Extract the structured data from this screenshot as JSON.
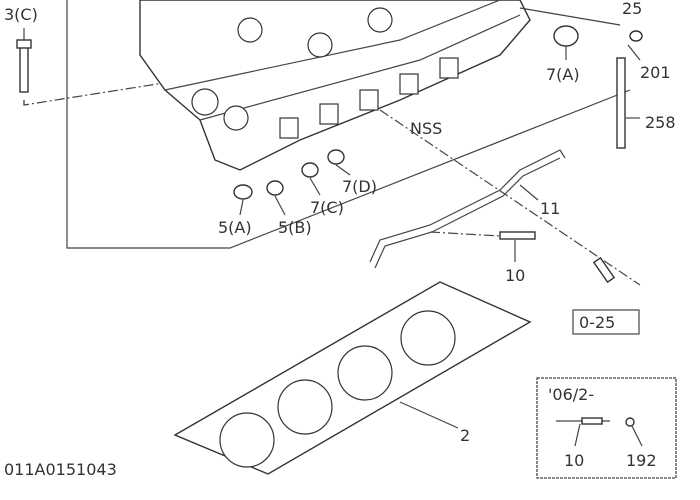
{
  "diagram": {
    "labels": {
      "bolt_3c": "3(C)",
      "part_25": "25",
      "part_201": "201",
      "part_7a": "7(A)",
      "part_258": "258",
      "nss": "NSS",
      "part_7d": "7(D)",
      "part_7c": "7(C)",
      "part_5a": "5(A)",
      "part_5b": "5(B)",
      "part_11": "11",
      "part_10": "10",
      "ref_0_25": "0-25",
      "part_2": "2"
    },
    "inset": {
      "date": "'06/2-",
      "part_10": "10",
      "part_192": "192"
    },
    "drawing_code": "011A0151043"
  }
}
